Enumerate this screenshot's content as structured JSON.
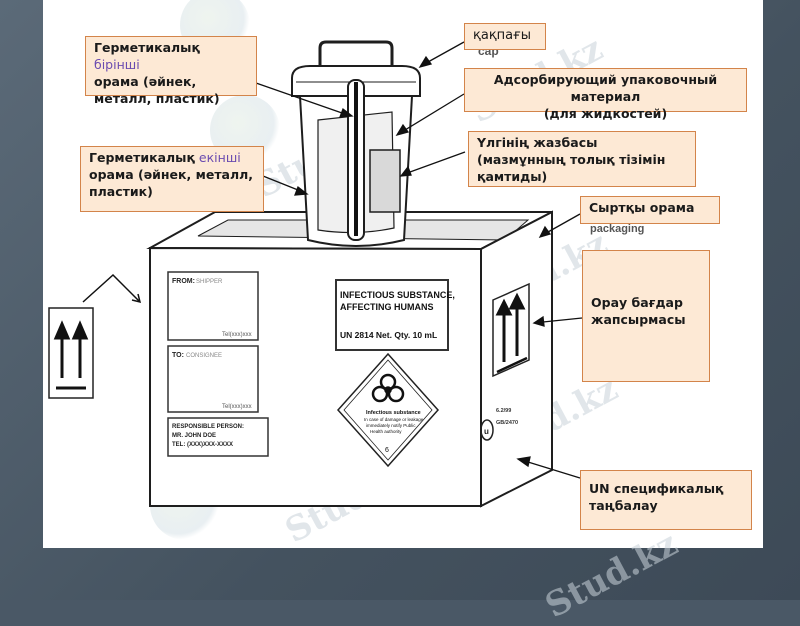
{
  "labels": {
    "lid": "қақпағы",
    "primary_a": "Герметикалық",
    "primary_b": " бірінші",
    "primary_c": "орама  (әйнек, металл, пластик)",
    "absorbent": "Адсорбирующий упаковочный материал\n(для жидкостей)",
    "secondary_a": "Герметикалық",
    "secondary_b": " екінші",
    "secondary_c": "орама  (әйнек, металл, пластик)",
    "specimen_list": "Үлгінің жазбасы (мазмұнның толық тізімін қамтиды)",
    "outer": "Сыртқы   орама",
    "orientation": "Орау       бағдар жапсырмасы",
    "un_marking": "UN спецификалық таңбалау"
  },
  "box": {
    "from_label": "FROM:",
    "from_hint": "SHIPPER",
    "from_tel": "Tel(xxx)xxx",
    "to_label": "TO:",
    "to_hint": "CONSIGNEE",
    "to_tel": "Tel(xxx)xxx",
    "responsible_1": "RESPONSIBLE PERSON:",
    "responsible_2": "MR. JOHN DOE",
    "responsible_3": "TEL: (XXX)XXX-XXXX",
    "infectious_1": "INFECTIOUS SUBSTANCE,",
    "infectious_2": "AFFECTING HUMANS",
    "un_number": "UN 2814   Net. Qty. 10 mL",
    "diamond_1": "Infectious substance",
    "diamond_2": "In case of damage or leakage",
    "diamond_3": "immediately notify Public",
    "diamond_4": "Health authority",
    "diamond_num": "6",
    "side_1": "6.2/99",
    "side_2": "GB/2470"
  },
  "partial_english": {
    "cap": "cap",
    "packaging": "packaging"
  },
  "watermark": "Stud.kz",
  "colors": {
    "label_fill": "#fde9d5",
    "label_border": "#d3844a",
    "purple": "#6a4bb0"
  }
}
